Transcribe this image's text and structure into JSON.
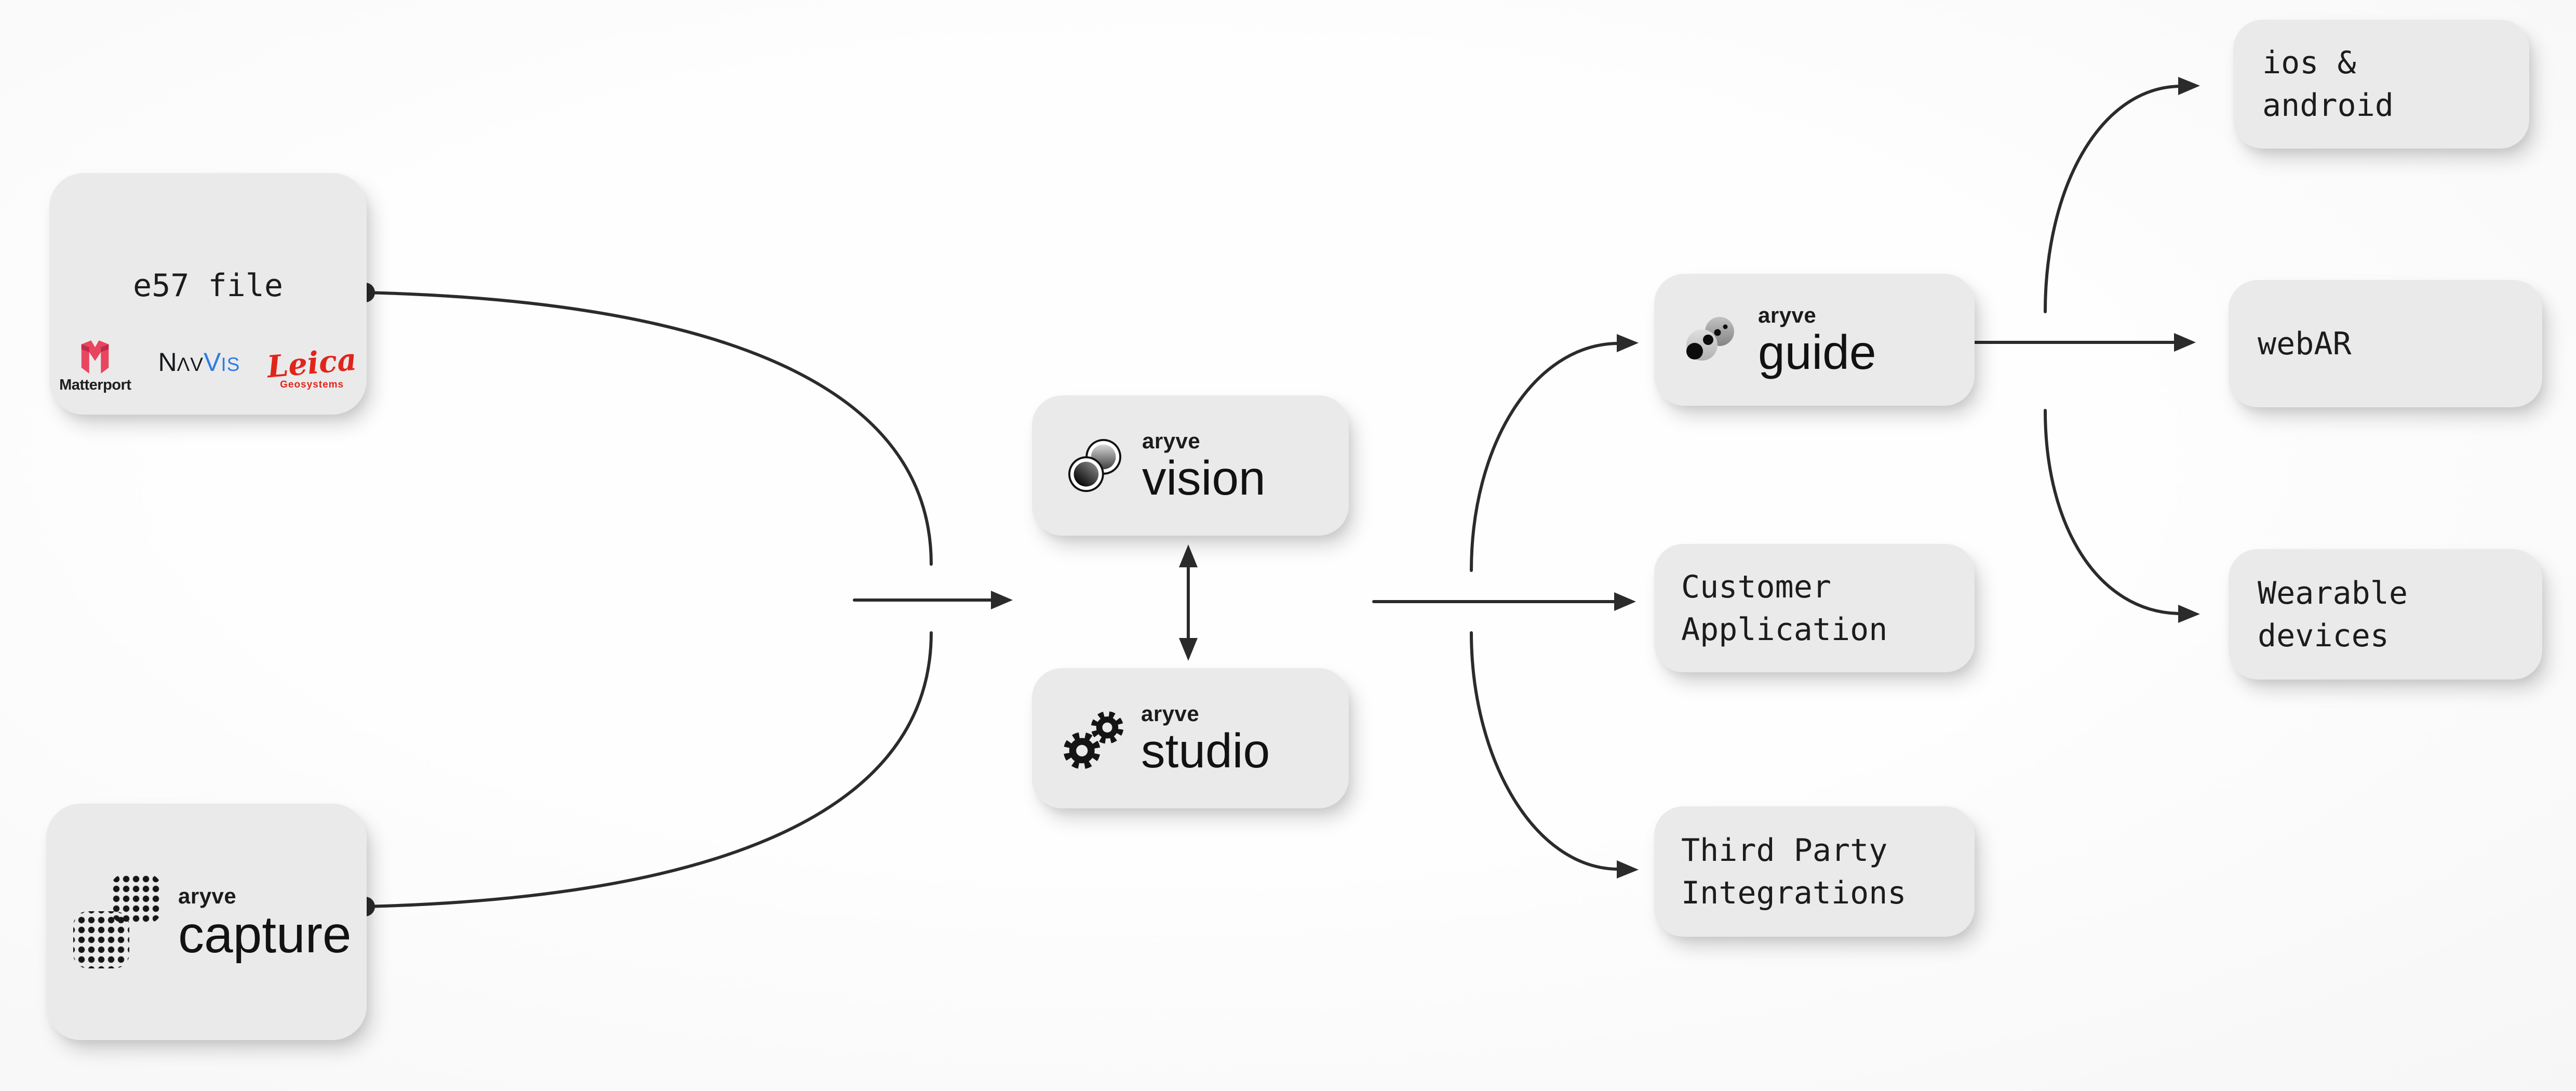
{
  "colors": {
    "background": "#f7f7f7",
    "box_fill": "#eaeaea",
    "line": "#2b2b2b",
    "text": "#1c1c1c",
    "matterport_red": "#e8455f",
    "navvis_black": "#15181d",
    "navvis_blue": "#2e7ce4",
    "leica_red": "#e1251b"
  },
  "nodes": {
    "e57": {
      "label": "e57 file"
    },
    "logos": {
      "matterport": {
        "name": "Matterport",
        "icon": "matterport-m-ribbon-icon"
      },
      "navvis": {
        "black_large": "N",
        "black_small": "ΛV",
        "blue_large": "V",
        "blue_small": "IS"
      },
      "leica": {
        "name": "Leica",
        "sub": "Geosystems"
      }
    },
    "capture": {
      "brand": "aryve",
      "product": "capture",
      "icon": "halftone-dots-icon"
    },
    "vision": {
      "brand": "aryve",
      "product": "vision",
      "icon": "overlapping-circles-icon"
    },
    "studio": {
      "brand": "aryve",
      "product": "studio",
      "icon": "gears-icon"
    },
    "guide": {
      "brand": "aryve",
      "product": "guide",
      "icon": "dot-trail-icon"
    },
    "customer": {
      "lines": [
        "Customer",
        "Application"
      ]
    },
    "third_party": {
      "lines": [
        "Third Party",
        "Integrations"
      ]
    },
    "ios_android": {
      "lines": [
        "ios &",
        "android"
      ]
    },
    "webar": {
      "lines": [
        "webAR"
      ]
    },
    "wearable": {
      "lines": [
        "Wearable",
        "devices"
      ]
    }
  },
  "edges": [
    {
      "from": "e57-file",
      "to": "merge-point",
      "style": "curve-with-dot"
    },
    {
      "from": "aryve-capture",
      "to": "merge-point",
      "style": "curve-with-dot"
    },
    {
      "from": "merge-point",
      "to": "vision-studio",
      "style": "arrow"
    },
    {
      "from": "vision",
      "to": "studio",
      "style": "double-arrow"
    },
    {
      "from": "vision-studio",
      "to": "aryve-guide",
      "style": "curved-arrow"
    },
    {
      "from": "vision-studio",
      "to": "customer-application",
      "style": "arrow"
    },
    {
      "from": "vision-studio",
      "to": "third-party-integrations",
      "style": "curved-arrow"
    },
    {
      "from": "aryve-guide",
      "to": "ios-android",
      "style": "curved-arrow"
    },
    {
      "from": "aryve-guide",
      "to": "webar",
      "style": "arrow"
    },
    {
      "from": "aryve-guide",
      "to": "wearable-devices",
      "style": "curved-arrow"
    }
  ]
}
